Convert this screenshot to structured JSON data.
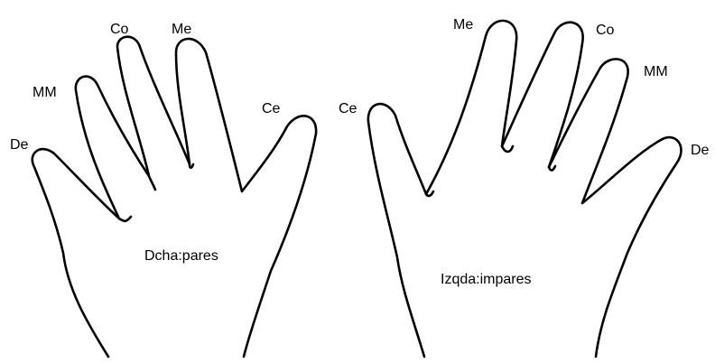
{
  "colors": {
    "outline": "#000000",
    "background": "#ffffff",
    "text": "#000000"
  },
  "left_hand": {
    "palm_label": "Dcha:pares",
    "fingers": {
      "thumb": "Ce",
      "index": "Me",
      "middle": "Co",
      "ring": "MM",
      "little": "De"
    }
  },
  "right_hand": {
    "palm_label": "Izqda:impares",
    "fingers": {
      "thumb": "Ce",
      "index": "Me",
      "middle": "Co",
      "ring": "MM",
      "little": "De"
    }
  }
}
